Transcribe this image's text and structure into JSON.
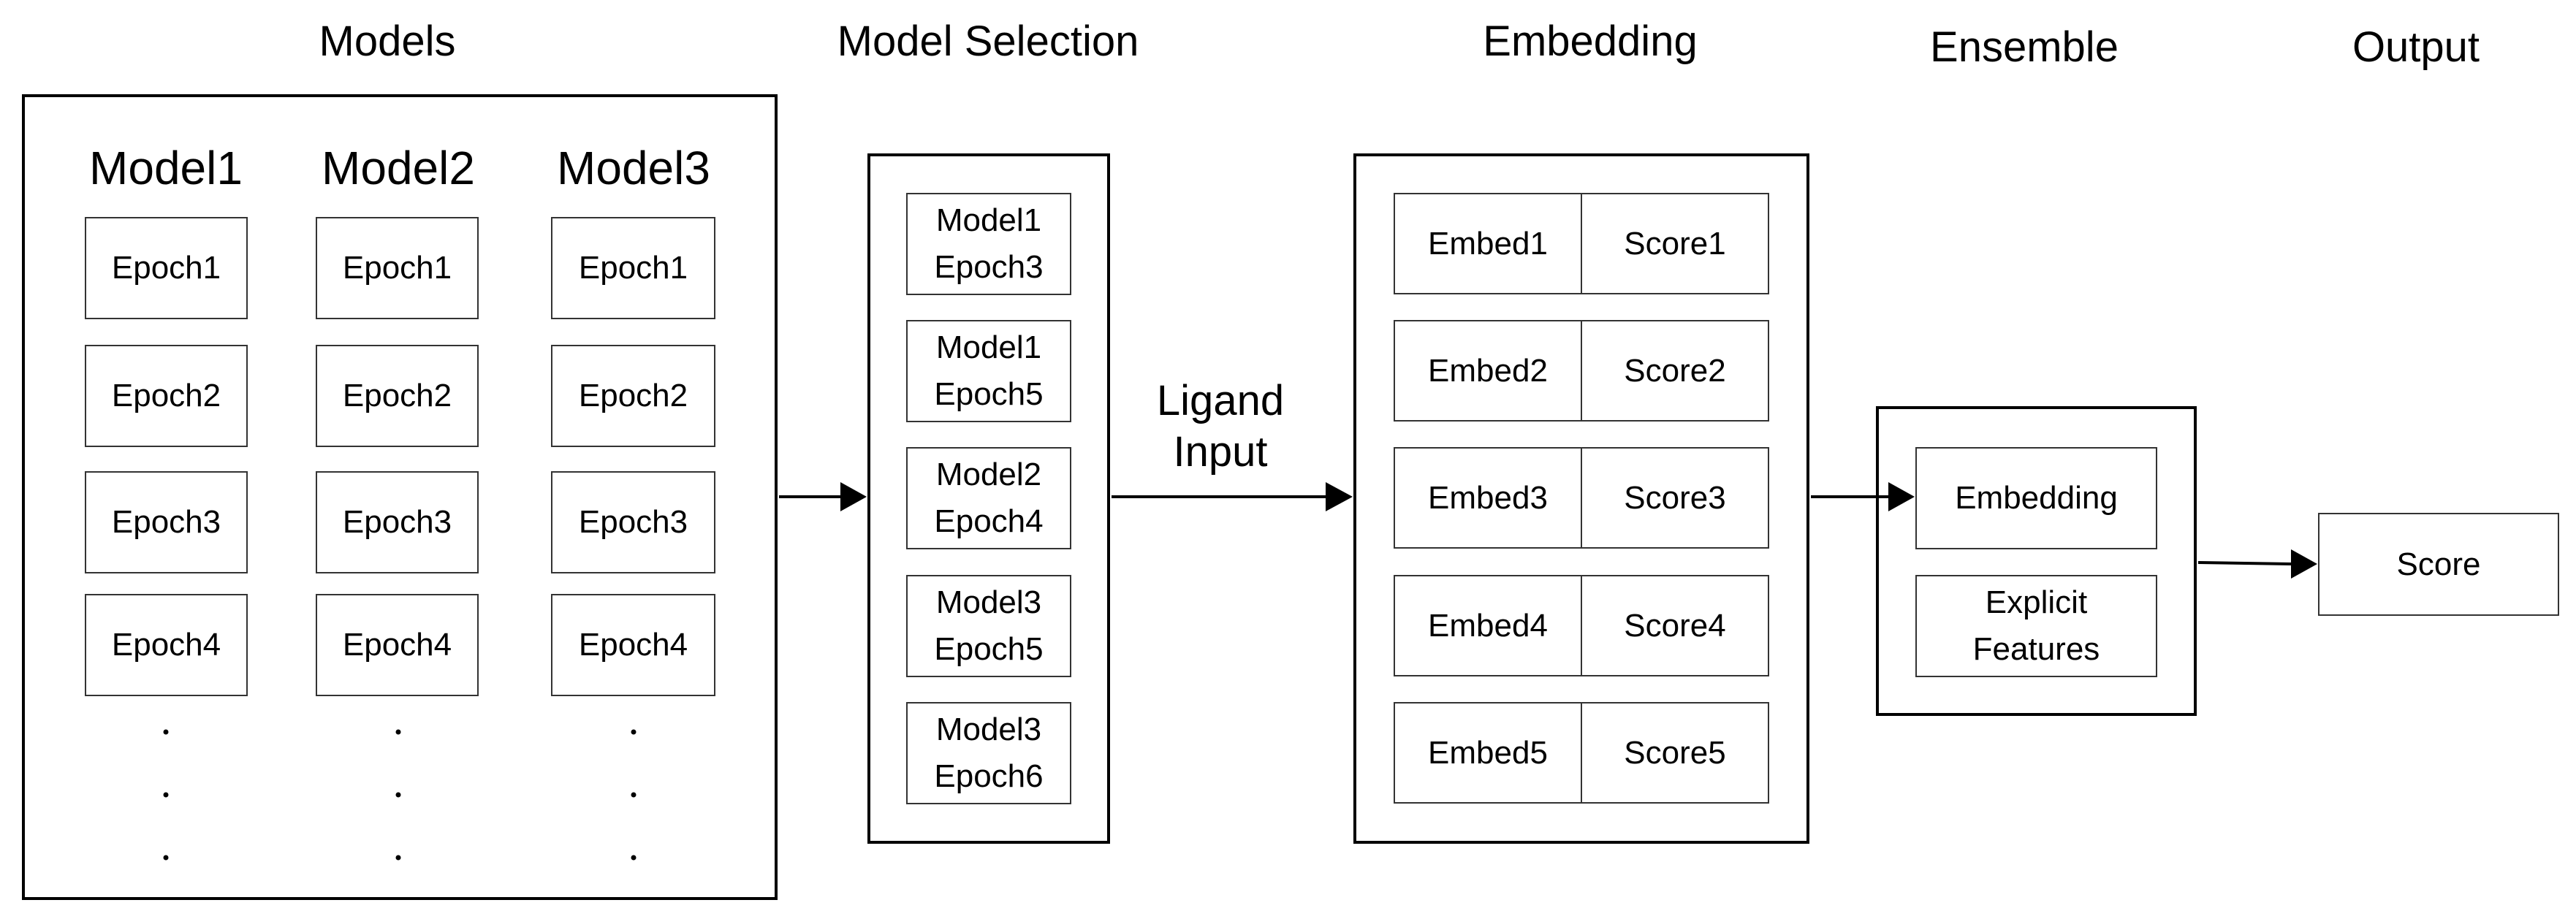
{
  "headings": {
    "models": "Models",
    "selection": "Model Selection",
    "embedding": "Embedding",
    "ensemble": "Ensemble",
    "output": "Output"
  },
  "models": {
    "columns": [
      {
        "title": "Model1",
        "epochs": [
          "Epoch1",
          "Epoch2",
          "Epoch3",
          "Epoch4"
        ],
        "ellipsis": ".",
        "ellipsis_lines": 3
      },
      {
        "title": "Model2",
        "epochs": [
          "Epoch1",
          "Epoch2",
          "Epoch3",
          "Epoch4"
        ],
        "ellipsis": ".",
        "ellipsis_lines": 3
      },
      {
        "title": "Model3",
        "epochs": [
          "Epoch1",
          "Epoch2",
          "Epoch3",
          "Epoch4"
        ],
        "ellipsis": ".",
        "ellipsis_lines": 3
      }
    ]
  },
  "selection": {
    "items": [
      {
        "line1": "Model1",
        "line2": "Epoch3"
      },
      {
        "line1": "Model1",
        "line2": "Epoch5"
      },
      {
        "line1": "Model2",
        "line2": "Epoch4"
      },
      {
        "line1": "Model3",
        "line2": "Epoch5"
      },
      {
        "line1": "Model3",
        "line2": "Epoch6"
      }
    ]
  },
  "ligand_label": {
    "line1": "Ligand",
    "line2": "Input"
  },
  "embedding": {
    "rows": [
      {
        "embed": "Embed1",
        "score": "Score1"
      },
      {
        "embed": "Embed2",
        "score": "Score2"
      },
      {
        "embed": "Embed3",
        "score": "Score3"
      },
      {
        "embed": "Embed4",
        "score": "Score4"
      },
      {
        "embed": "Embed5",
        "score": "Score5"
      }
    ]
  },
  "ensemble": {
    "embedding_label": "Embedding",
    "features_line1": "Explicit",
    "features_line2": "Features"
  },
  "output": {
    "score_label": "Score"
  }
}
